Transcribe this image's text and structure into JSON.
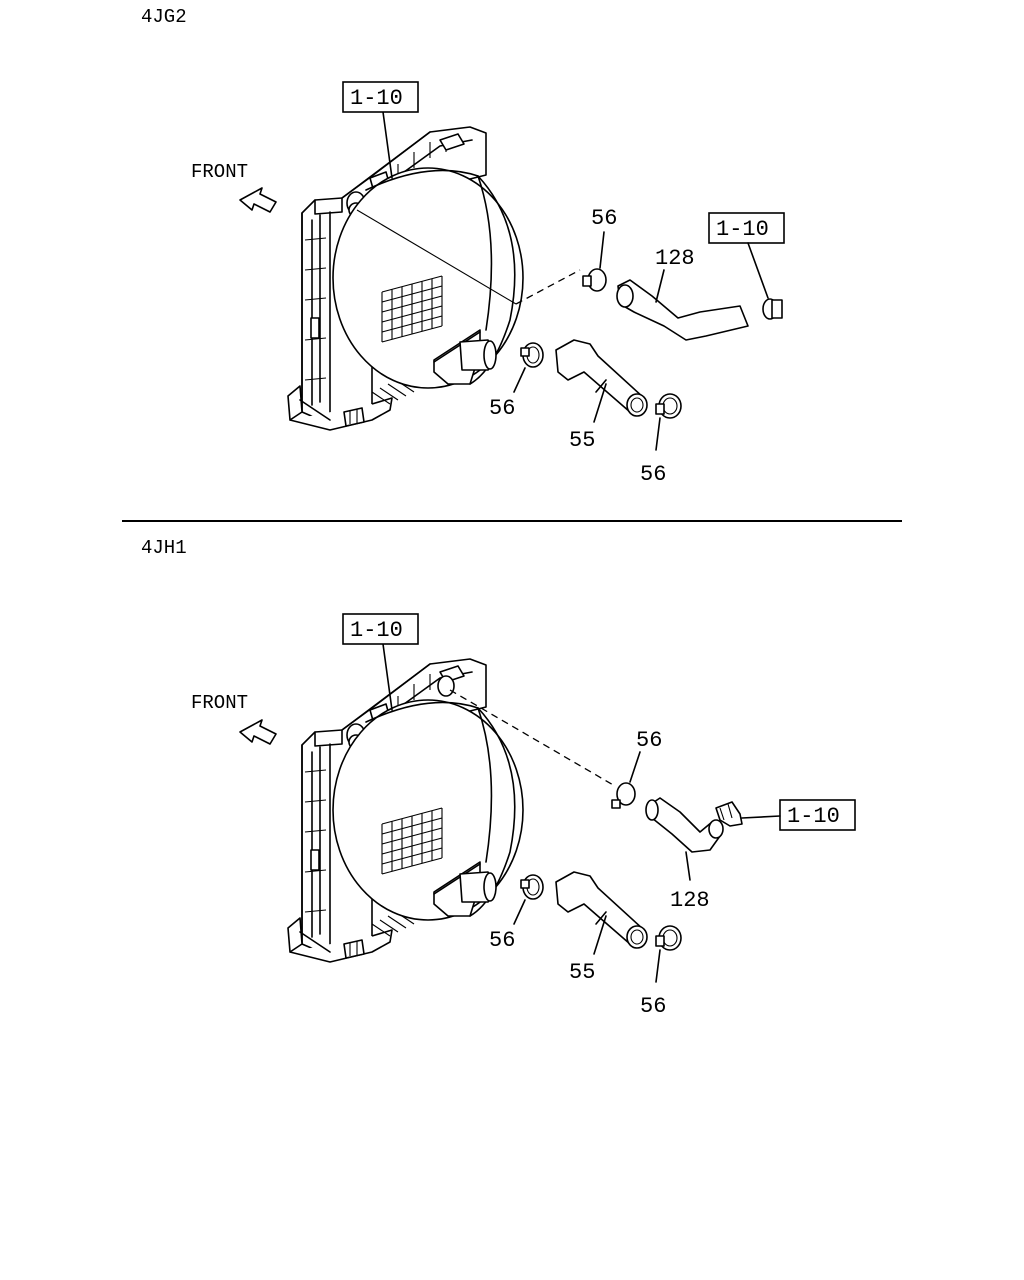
{
  "sections": [
    {
      "engine": "4JG2",
      "front_label": "FRONT",
      "ref_top": "1-10",
      "ref_hose": "1-10",
      "part_upper_clamp": "56",
      "part_upper_hose": "128",
      "part_lower_clamp_left": "56",
      "part_lower_hose": "55",
      "part_lower_clamp_right": "56"
    },
    {
      "engine": "4JH1",
      "front_label": "FRONT",
      "ref_top": "1-10",
      "ref_hose": "1-10",
      "part_upper_clamp": "56",
      "part_upper_hose": "128",
      "part_lower_clamp_left": "56",
      "part_lower_hose": "55",
      "part_lower_clamp_right": "56"
    }
  ],
  "colors": {
    "line": "#000000",
    "background": "#ffffff"
  },
  "icons": {
    "front_arrow": "front-arrow-icon"
  }
}
